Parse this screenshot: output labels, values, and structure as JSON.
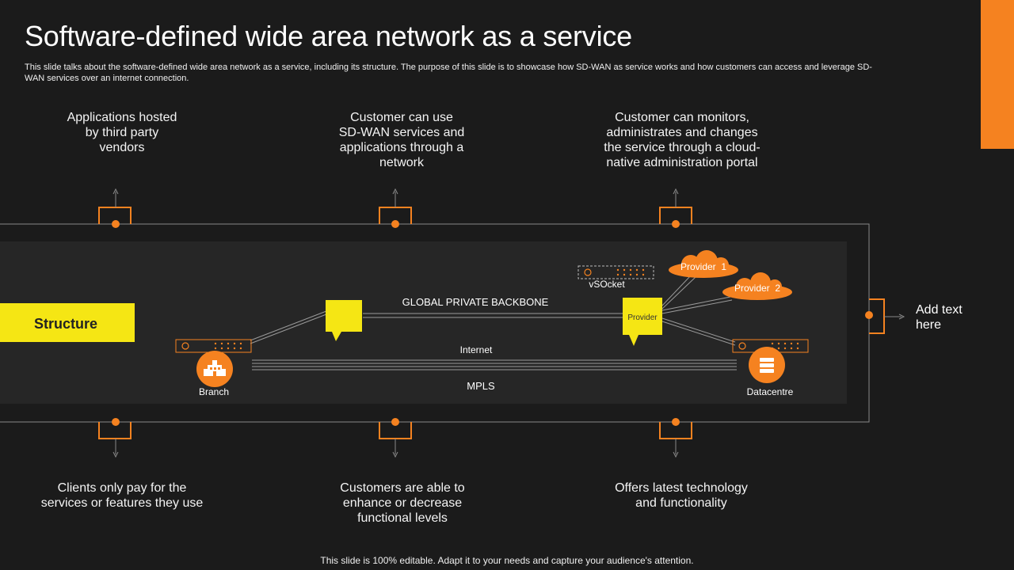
{
  "slide": {
    "title": "Software-defined wide area network as a service",
    "description": "This slide talks about the software-defined wide area network as a service, including its structure. The purpose of this slide is to showcase how SD-WAN as service works and how customers can access and leverage SD-WAN services over an internet connection.",
    "footer": "This slide is 100% editable. Adapt it to your needs and capture your audience's attention."
  },
  "features_top": [
    "Applications hosted by third party vendors",
    "Customer can use SD-WAN services and applications through a network",
    "Customer can monitors, administrates and changes the service through a cloud-native administration portal"
  ],
  "features_bottom": [
    "Clients only pay for the services or features they use",
    "Customers are able to enhance or decrease functional levels",
    "Offers latest technology and functionality"
  ],
  "side_note": "Add text here",
  "structure": {
    "label": "Structure",
    "backbone_label": "GLOBAL PRIVATE BACKBONE",
    "internet_label": "Internet",
    "mpls_label": "MPLS",
    "branch_label": "Branch",
    "datacentre_label": "Datacentre",
    "vsocket_label": "vSOcket",
    "provider_label": "Provider",
    "provider1_label": "Provider  1",
    "provider2_label": "Provider  2"
  },
  "colors": {
    "accent": "#f58220",
    "highlight": "#f5e614",
    "background": "#1b1b1b",
    "panel": "#262626"
  },
  "icons": [
    "building-icon",
    "database-icon",
    "arrow-up-icon",
    "arrow-down-icon",
    "arrow-right-icon",
    "cloud-icon"
  ]
}
